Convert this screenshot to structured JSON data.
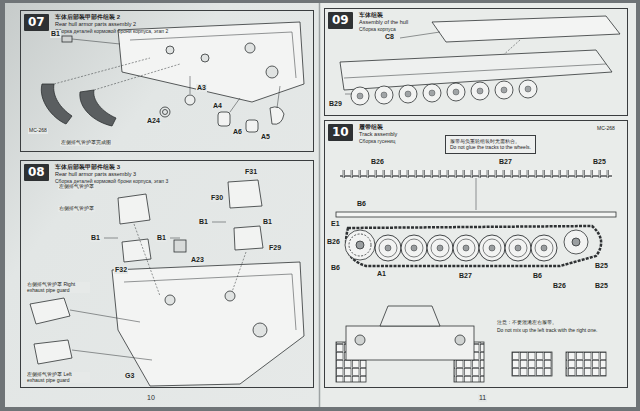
{
  "diagram": {
    "nodes": [
      {
        "text": [
          "车体后部装甲部件组装 2",
          "Rear hull armor parts assembly 2",
          "Сборка деталей кормовой брони корпуса, этап 2"
        ]
      },
      {
        "text": [
          "07"
        ],
        "in": 0
      },
      {
        "text": [
          "车体后部装甲部件组装 3",
          "Rear hull armor parts assembly 3",
          "Сборка деталей кормовой брони корпуса, этап 3"
        ]
      },
      {
        "text": [
          "08"
        ],
        "in": 2
      },
      {
        "text": [
          "车体组装",
          "Assembly of the hull",
          "Сборка корпуса"
        ]
      },
      {
        "text": [
          "09"
        ],
        "in": 4
      },
      {
        "text": [
          "履带组装",
          "Track assembly",
          "Сборка гусениц"
        ]
      },
      {
        "text": [
          "10"
        ],
        "in": 6
      },
      {
        "text": [
          "履带与负重轮组装时无需粘合。",
          "Do not glue the tracks to the wheels."
        ],
        "in": 6
      }
    ],
    "labels": [
      "B1",
      "A3",
      "A24",
      "A4",
      "A6",
      "A5",
      "MC-268",
      "左侧排气管护罩完成图",
      "左侧排气管护罩",
      "右侧排气管护罩",
      "F31",
      "F30",
      "B1",
      "B1",
      "B1",
      "B1",
      "A23",
      "F29",
      "F32",
      "右侧排气管护罩 Right exhaust pipe guard",
      "左侧排气管护罩 Left exhaust pipe guard",
      "G3",
      "C8",
      "B29",
      "B26",
      "B27",
      "B25",
      "B6",
      "E1",
      "B26",
      "B6",
      "A1",
      "B27",
      "B6",
      "B26",
      "B25",
      "B25",
      "MC-268",
      "注意：不要混淆左右履带。",
      "Do not mix up the left track with the right one.",
      "10",
      "11"
    ]
  }
}
